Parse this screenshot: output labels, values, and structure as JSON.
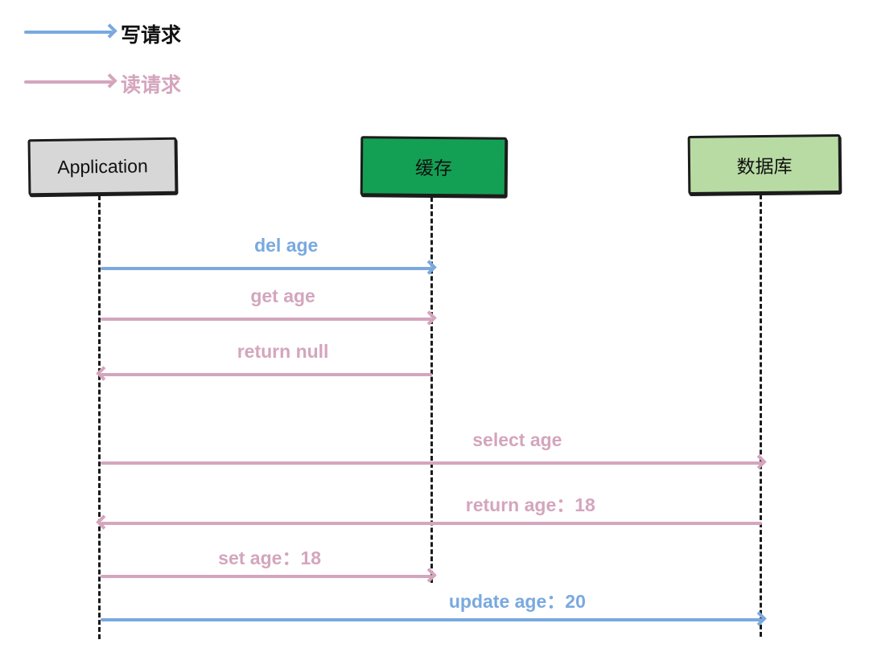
{
  "legend": {
    "write": {
      "label": "写请求"
    },
    "read": {
      "label": "读请求"
    }
  },
  "actors": [
    {
      "id": "application",
      "label": "Application"
    },
    {
      "id": "cache",
      "label": "缓存"
    },
    {
      "id": "database",
      "label": "数据库"
    }
  ],
  "messages": [
    {
      "label": "del age",
      "type": "write",
      "from": "application",
      "to": "cache"
    },
    {
      "label": "get age",
      "type": "read",
      "from": "application",
      "to": "cache"
    },
    {
      "label": "return null",
      "type": "read",
      "from": "cache",
      "to": "application"
    },
    {
      "label": "select age",
      "type": "read",
      "from": "application",
      "to": "database"
    },
    {
      "label": "return age：18",
      "type": "read",
      "from": "database",
      "to": "application"
    },
    {
      "label": "set age：18",
      "type": "read",
      "from": "application",
      "to": "cache"
    },
    {
      "label": "update age：20",
      "type": "write",
      "from": "application",
      "to": "database"
    }
  ],
  "colors": {
    "write_arrow_color": "#79a9de",
    "read_arrow_color": "#d4a5bd",
    "application_fill": "#d7d7d7",
    "cache_fill": "#14a054",
    "database_fill": "#b8dba4",
    "lifeline_color": "#1a1a1a"
  }
}
